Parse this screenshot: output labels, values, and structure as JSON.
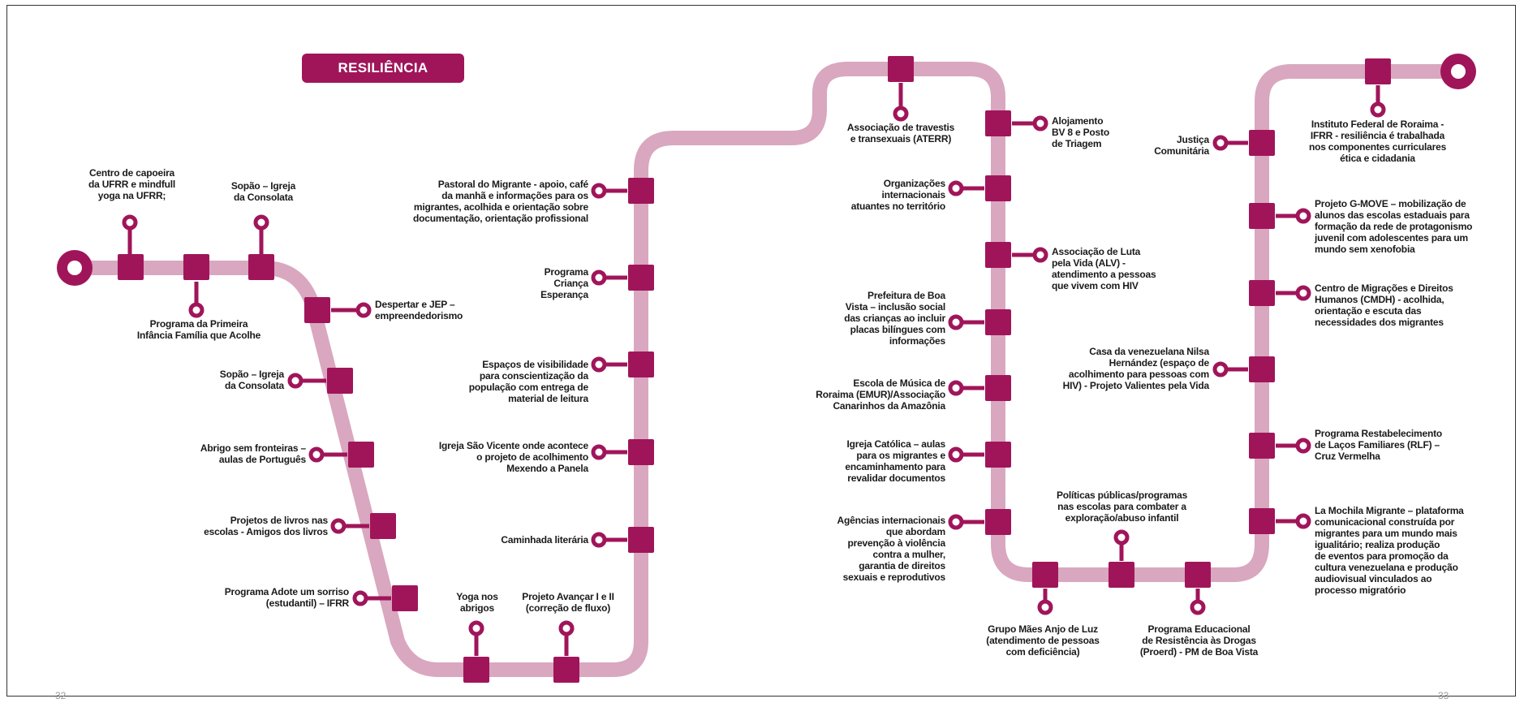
{
  "title": "RESILIÊNCIA",
  "colors": {
    "track": "#d9a7bf",
    "station": "#a0155a",
    "title_bg": "#a0155a"
  },
  "stations": [
    {
      "id": "s1",
      "label": "Centro de capoeira\nda UFRR e mindfull\nyoga na UFRR;"
    },
    {
      "id": "s2",
      "label": "Programa da Primeira\nInfância Família que Acolhe"
    },
    {
      "id": "s3",
      "label": "Sopão – Igreja\nda Consolata"
    },
    {
      "id": "s4",
      "label": "Despertar e JEP –\nempreendedorismo"
    },
    {
      "id": "s5",
      "label": "Sopão – Igreja\nda Consolata"
    },
    {
      "id": "s6",
      "label": "Abrigo sem fronteiras –\naulas de Português"
    },
    {
      "id": "s7",
      "label": "Projetos de livros nas\nescolas - Amigos dos livros"
    },
    {
      "id": "s8",
      "label": "Programa Adote um sorriso\n(estudantil) – IFRR"
    },
    {
      "id": "s9",
      "label": "Yoga nos\nabrigos"
    },
    {
      "id": "s10",
      "label": "Projeto Avançar I e II\n(correção de fluxo)"
    },
    {
      "id": "s11",
      "label": "Caminhada literária"
    },
    {
      "id": "s12",
      "label": "Igreja São Vicente onde acontece\no projeto de acolhimento\nMexendo a Panela"
    },
    {
      "id": "s13",
      "label": "Espaços de visibilidade\npara conscientização da\npopulação com entrega de\nmaterial de leitura"
    },
    {
      "id": "s14",
      "label": "Programa\nCriança\nEsperança"
    },
    {
      "id": "s15",
      "label": "Pastoral do Migrante - apoio, café\nda manhã e informações para os\nmigrantes, acolhida e orientação sobre\ndocumentação, orientação profissional"
    },
    {
      "id": "s16",
      "label": "Associação de travestis\ne transexuais (ATERR)"
    },
    {
      "id": "s17",
      "label": "Alojamento\nBV 8 e Posto\nde Triagem"
    },
    {
      "id": "s18",
      "label": "Organizações\ninternacionais\natuantes no território"
    },
    {
      "id": "s19",
      "label": "Associação de Luta\npela Vida (ALV) -\natendimento a pessoas\nque vivem com HIV"
    },
    {
      "id": "s20",
      "label": "Prefeitura de Boa\nVista – inclusão social\ndas crianças ao incluir\nplacas bilíngues com\ninformações"
    },
    {
      "id": "s21",
      "label": "Escola de Música de\nRoraima (EMUR)/Associação\nCanarinhos da Amazônia"
    },
    {
      "id": "s22",
      "label": "Igreja Católica – aulas\npara os migrantes e\nencaminhamento para\nrevalidar documentos"
    },
    {
      "id": "s23",
      "label": "Agências internacionais\nque abordam\nprevenção à violência\ncontra a mulher,\ngarantia de direitos\nsexuais e reprodutivos"
    },
    {
      "id": "s24",
      "label": "Grupo Mães Anjo de Luz\n(atendimento de pessoas\ncom deficiência)"
    },
    {
      "id": "s25",
      "label": "Políticas públicas/programas\nnas escolas para combater a\nexploração/abuso infantil"
    },
    {
      "id": "s26",
      "label": "Programa Educacional\nde Resistência às Drogas\n(Proerd) - PM de Boa Vista"
    },
    {
      "id": "s27",
      "label": "La Mochila Migrante – plataforma\ncomunicacional construída por\nmigrantes para um mundo mais\nigualitário; realiza produção\nde eventos para promoção da\ncultura venezuelana e produção\naudiovisual vinculados ao\nprocesso migratório"
    },
    {
      "id": "s28",
      "label": "Programa Restabelecimento\nde Laços Familiares (RLF) –\nCruz Vermelha"
    },
    {
      "id": "s29",
      "label": "Casa da venezuelana Nilsa\nHernández (espaço de\nacolhimento para pessoas com\nHIV) - Projeto Valientes pela Vida"
    },
    {
      "id": "s30",
      "label": "Centro de Migrações e Direitos\nHumanos (CMDH) - acolhida,\norientação e escuta das\nnecessidades dos migrantes"
    },
    {
      "id": "s31",
      "label": "Projeto G-MOVE – mobilização de\nalunos das escolas estaduais para\nformação da rede de protagonismo\njuvenil com adolescentes para um\nmundo sem xenofobia"
    },
    {
      "id": "s32",
      "label": "Justiça\nComunitária"
    },
    {
      "id": "s33",
      "label": "Instituto Federal de Roraima -\nIFRR - resiliência é trabalhada\nnos componentes curriculares\nética e cidadania"
    }
  ],
  "page_numbers": {
    "left": "32",
    "right": "33"
  }
}
